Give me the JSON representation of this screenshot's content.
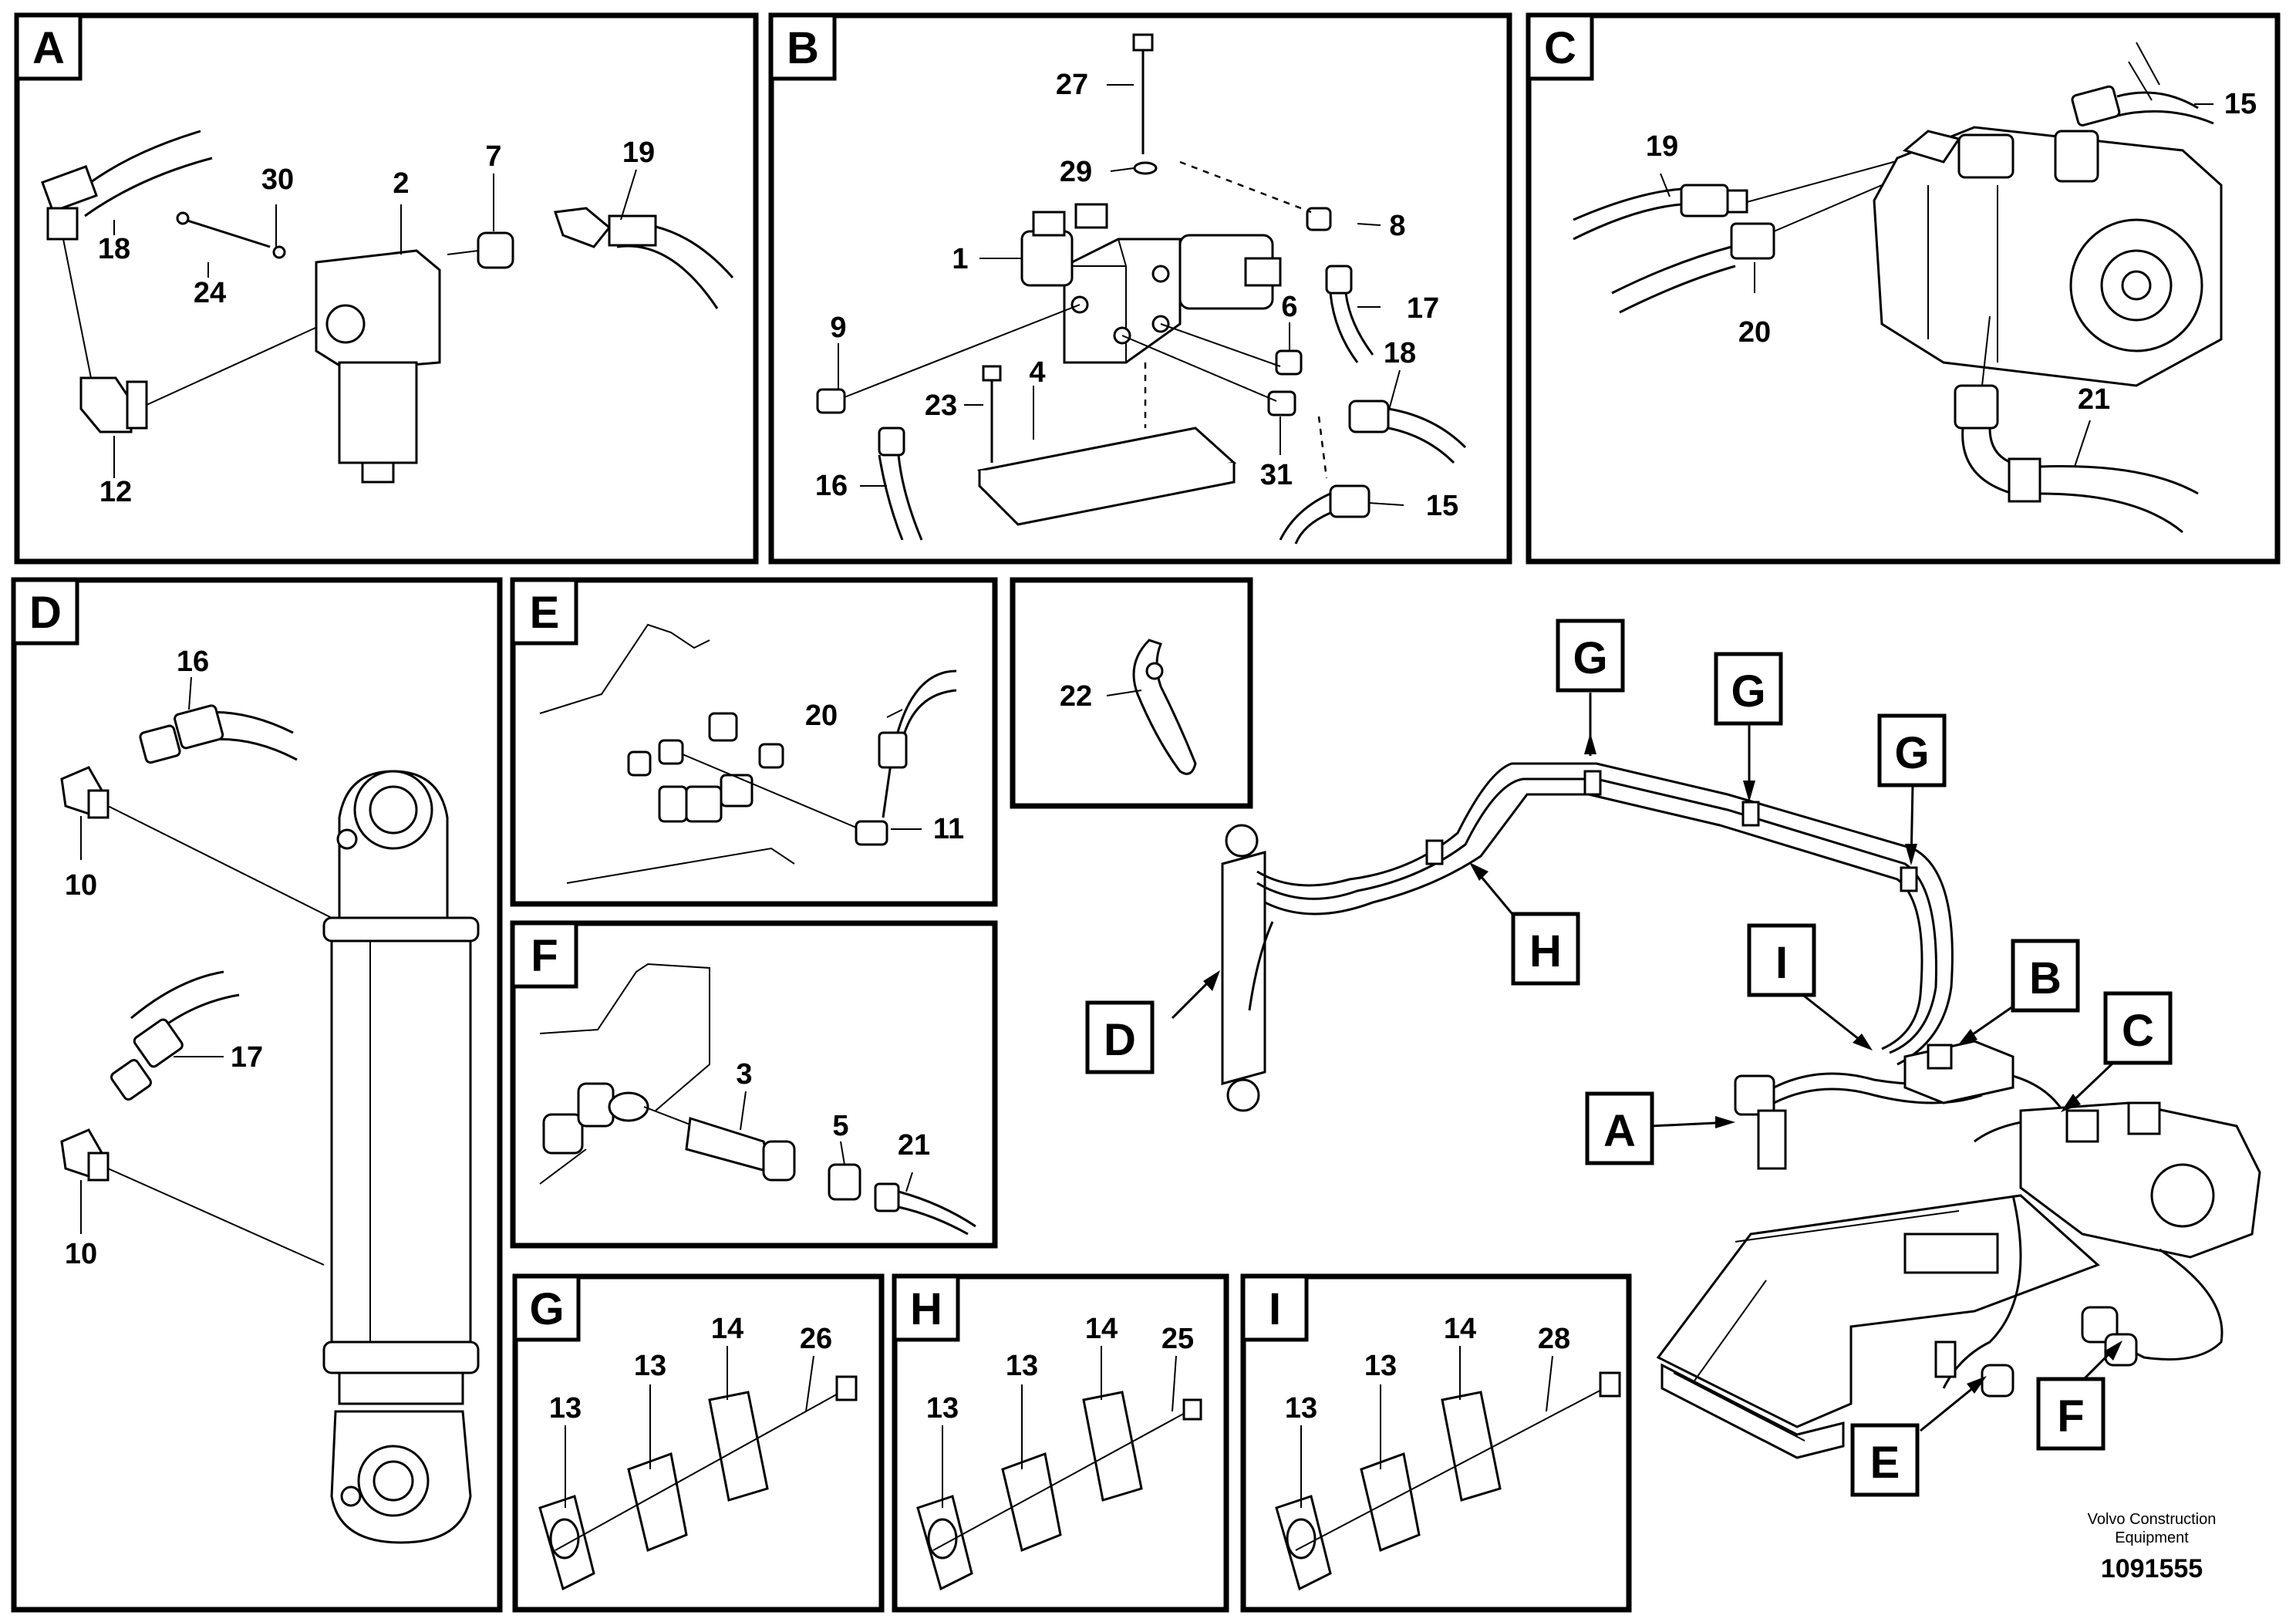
{
  "panels": {
    "A": {
      "tag": "A",
      "callouts": [
        "18",
        "24",
        "30",
        "2",
        "7",
        "19",
        "12"
      ]
    },
    "B": {
      "tag": "B",
      "callouts": [
        "27",
        "29",
        "8",
        "1",
        "17",
        "9",
        "6",
        "18",
        "23",
        "4",
        "31",
        "16",
        "15"
      ]
    },
    "C": {
      "tag": "C",
      "callouts": [
        "19",
        "15",
        "20",
        "21"
      ]
    },
    "D": {
      "tag": "D",
      "callouts": [
        "16",
        "10",
        "17",
        "10"
      ]
    },
    "E": {
      "tag": "E",
      "callouts": [
        "20",
        "11"
      ]
    },
    "F": {
      "tag": "F",
      "callouts": [
        "3",
        "5",
        "21"
      ]
    },
    "G": {
      "tag": "G",
      "callouts": [
        "13",
        "13",
        "14",
        "26"
      ]
    },
    "H": {
      "tag": "H",
      "callouts": [
        "13",
        "13",
        "14",
        "25"
      ]
    },
    "I": {
      "tag": "I",
      "callouts": [
        "13",
        "13",
        "14",
        "28"
      ]
    },
    "tie": {
      "callouts": [
        "22"
      ]
    }
  },
  "overview_tags": [
    "G",
    "G",
    "G",
    "H",
    "D",
    "I",
    "B",
    "C",
    "A",
    "E",
    "F"
  ],
  "footer": {
    "line1": "Volvo Construction",
    "line2": "Equipment",
    "doc_number": "1091555"
  }
}
